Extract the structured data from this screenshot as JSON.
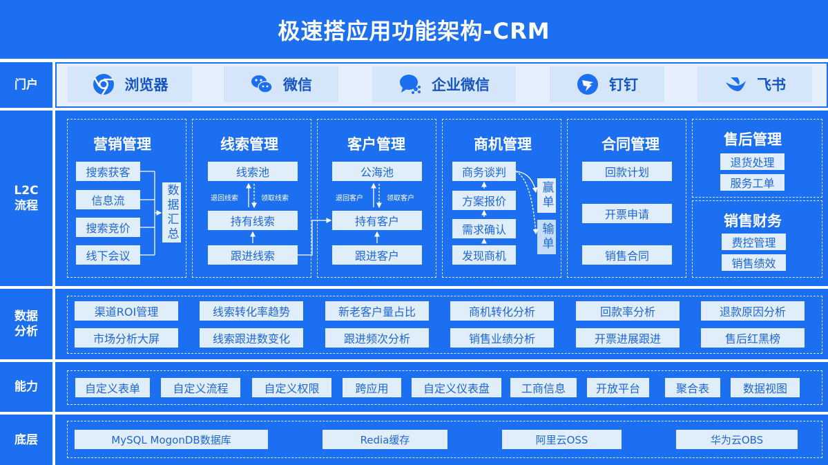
{
  "title": "极速搭应用功能架构-CRM",
  "rows": {
    "portal": "门户",
    "l2c": "L2C流程",
    "analysis": "数据分析",
    "ability": "能力",
    "base": "底层"
  },
  "portal": [
    {
      "label": "浏览器",
      "icon": "browser-icon"
    },
    {
      "label": "微信",
      "icon": "wechat-icon"
    },
    {
      "label": "企业微信",
      "icon": "wecom-icon"
    },
    {
      "label": "钉钉",
      "icon": "dingtalk-icon"
    },
    {
      "label": "飞书",
      "icon": "feishu-icon"
    }
  ],
  "marketing": {
    "title": "营销管理",
    "items": [
      "搜索获客",
      "信息流",
      "搜索竞价",
      "线下会议"
    ],
    "summary": "数据汇总"
  },
  "leads": {
    "title": "线索管理",
    "items": [
      "线索池",
      "持有线索",
      "跟进线索"
    ],
    "back": "退回线索",
    "claim": "领取线索"
  },
  "customer": {
    "title": "客户管理",
    "items": [
      "公海池",
      "持有客户",
      "跟进客户"
    ],
    "back": "退回客户",
    "claim": "领取客户"
  },
  "opportunity": {
    "title": "商机管理",
    "items": [
      "商务谈判",
      "方案报价",
      "需求确认",
      "发现商机"
    ],
    "win": "赢单",
    "lose": "输单"
  },
  "contract": {
    "title": "合同管理",
    "items": [
      "回款计划",
      "开票申请",
      "销售合同"
    ]
  },
  "aftersale": {
    "title": "售后管理",
    "items": [
      "退货处理",
      "服务工单"
    ]
  },
  "finance": {
    "title": "销售财务",
    "items": [
      "费控管理",
      "销售绩效"
    ]
  },
  "analysis": [
    [
      "渠道ROI管理",
      "线索转化率趋势",
      "新老客户量占比",
      "商机转化分析",
      "回款率分析",
      "退款原因分析"
    ],
    [
      "市场分析大屏",
      "线索跟进数变化",
      "跟进频次分析",
      "销售业绩分析",
      "开票进展跟进",
      "售后红黑榜"
    ]
  ],
  "ability": [
    "自定义表单",
    "自定义流程",
    "自定义权限",
    "跨应用",
    "自定义仪表盘",
    "工商信息",
    "开放平台",
    "聚合表",
    "数据视图"
  ],
  "base": [
    "MySQL MogonDB数据库",
    "Redia缓存",
    "阿里云OSS",
    "华为云OBS"
  ]
}
